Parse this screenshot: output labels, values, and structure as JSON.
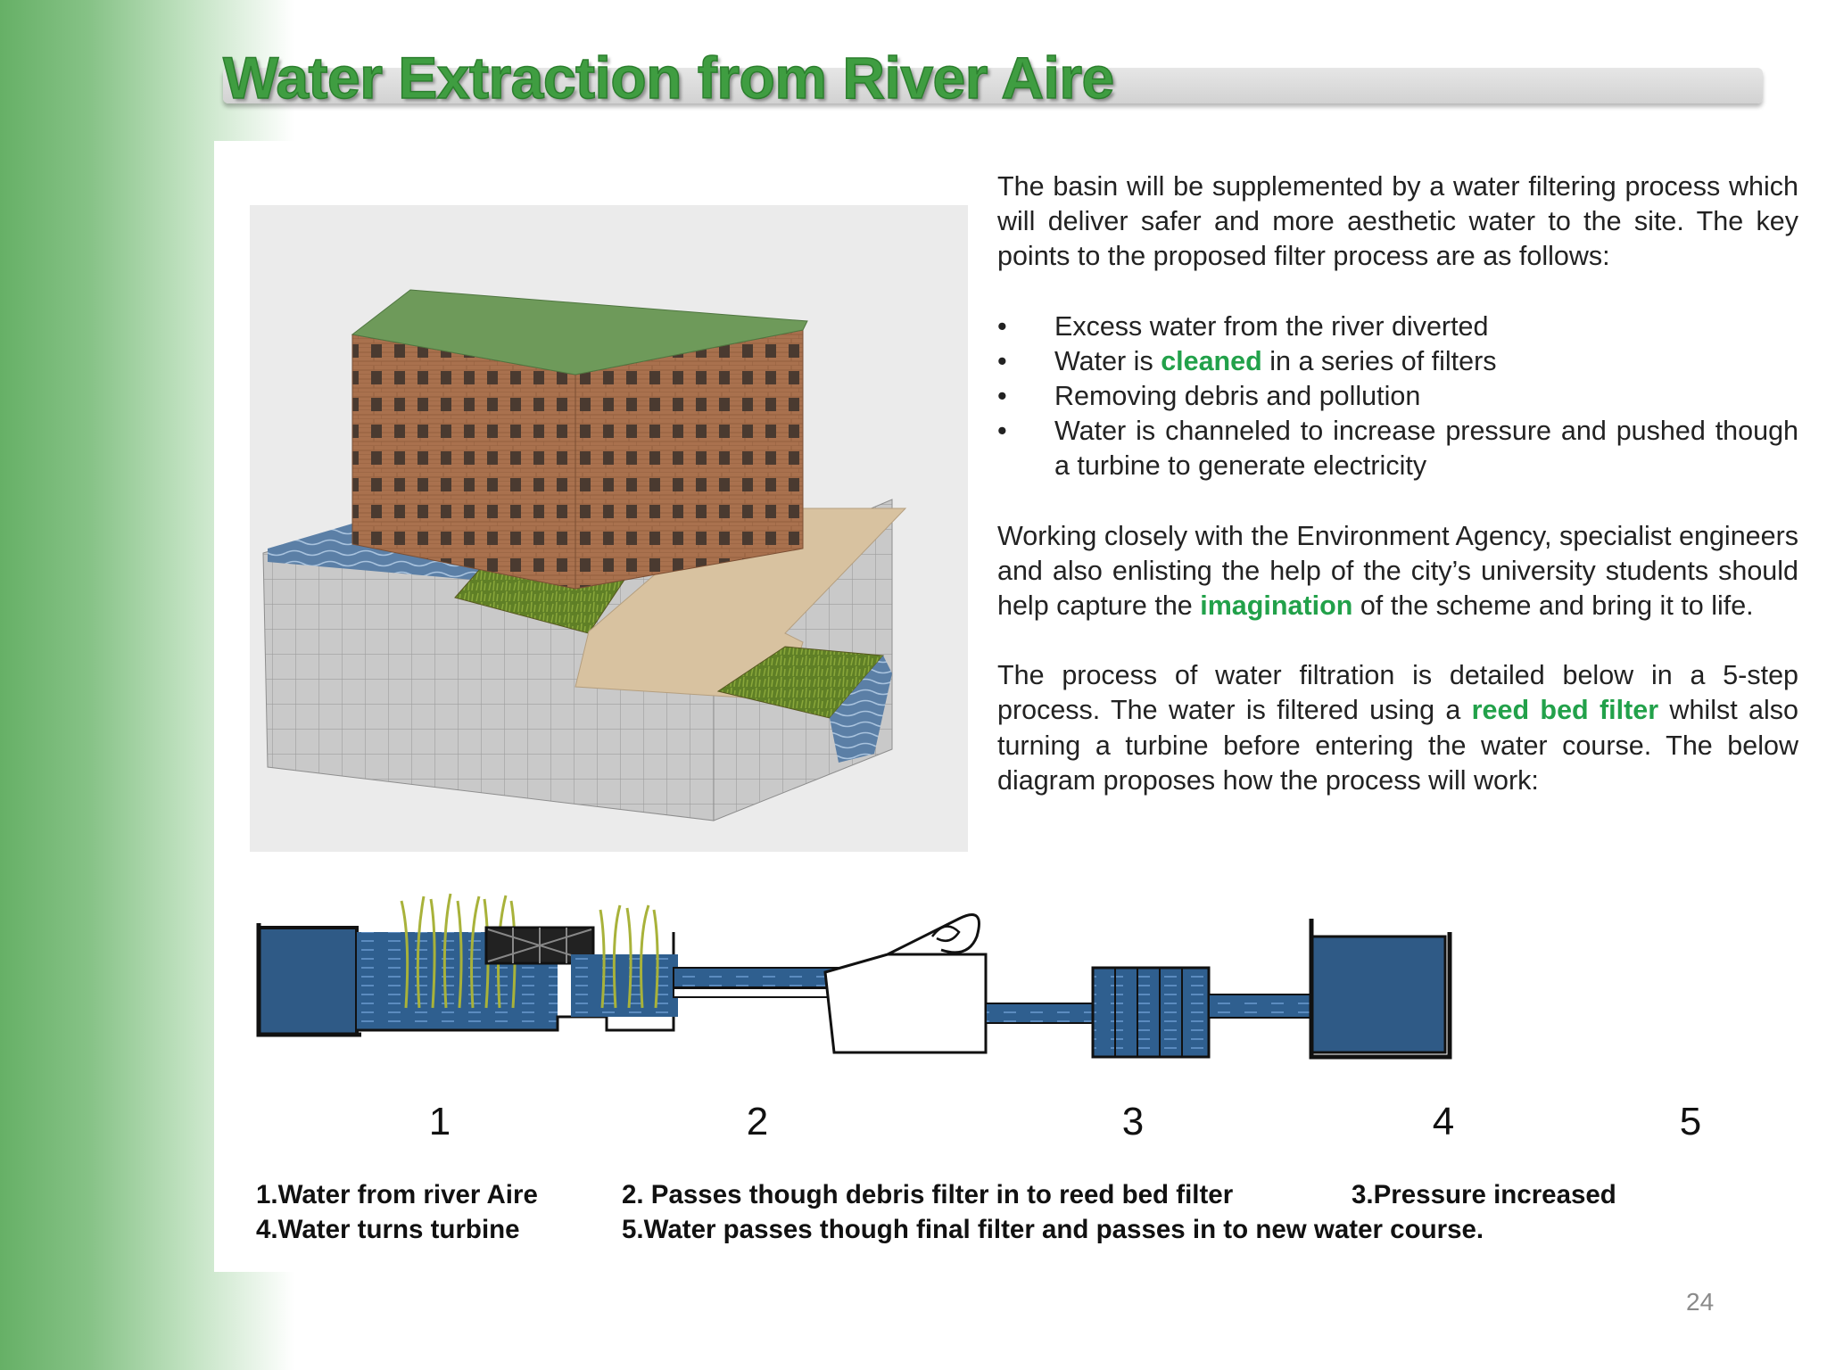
{
  "title": "Water Extraction from River Aire",
  "intro": {
    "paragraph1": "The basin will be supplemented by a water filtering process which will deliver safer and more aesthetic water to the site. The key points to the proposed filter process are as follows:",
    "bullets": [
      {
        "before": "Excess water from the river diverted",
        "highlight": "",
        "after": ""
      },
      {
        "before": "Water is ",
        "highlight": "cleaned",
        "after": " in a series of filters"
      },
      {
        "before": "Removing debris and pollution",
        "highlight": "",
        "after": ""
      },
      {
        "before": "Water is channeled to increase pressure and pushed though a turbine to generate electricity",
        "highlight": "",
        "after": ""
      }
    ],
    "paragraph2": {
      "before": "Working closely with the Environment Agency, specialist engineers and also enlisting the help of the city’s university students should help capture the ",
      "highlight": "imagination",
      "after": " of the scheme and bring it to life."
    },
    "paragraph3": {
      "before": "The process of water filtration is detailed below in a 5-step process. The water is filtered using a ",
      "highlight": "reed bed filter",
      "after": " whilst also turning a turbine before entering the water course. The below diagram proposes how the process will work:"
    }
  },
  "steps": [
    "1",
    "2",
    "3",
    "4",
    "5"
  ],
  "captions": {
    "row1": [
      "1.Water from river Aire",
      "2. Passes though debris filter in to reed bed filter",
      "3.Pressure increased"
    ],
    "row2": [
      "4.Water turns turbine",
      "5.Water passes though final filter and passes in to new water course."
    ]
  },
  "page_number": "24",
  "colors": {
    "title_green": "#3f9d41",
    "highlight_green": "#22a14a",
    "water_blue": "#2f5f8f"
  }
}
